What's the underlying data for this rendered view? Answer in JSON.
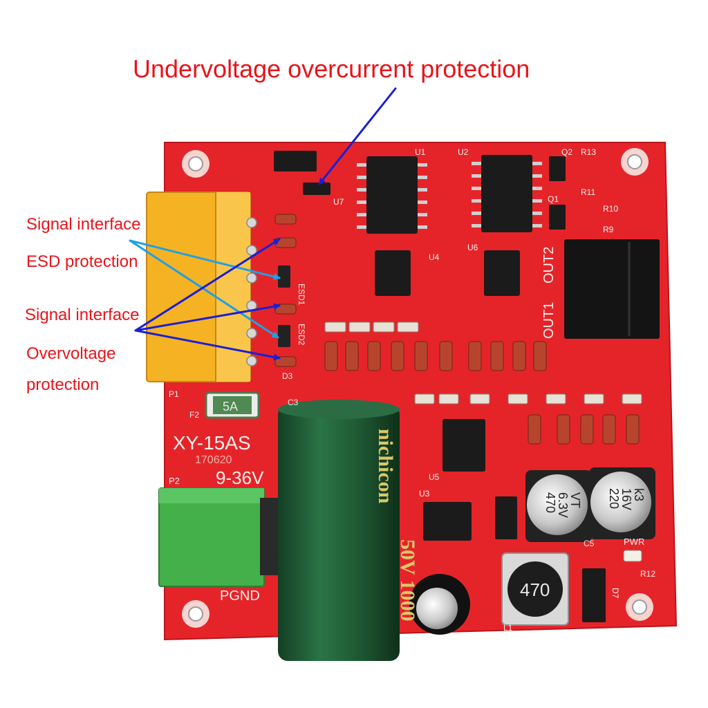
{
  "annotations": {
    "title": "Undervoltage overcurrent protection",
    "signal_interface_1": "Signal interface",
    "esd_protection": "ESD protection",
    "signal_interface_2": "Signal interface",
    "overvoltage_line1": "Overvoltage",
    "overvoltage_line2": "protection"
  },
  "board": {
    "model": "XY-15AS",
    "date_code": "170620",
    "voltage_range": "9-36V",
    "fuse": "5A",
    "big_cap_brand": "nichicon",
    "big_cap_rating": "50V 1000",
    "inductor": "470",
    "cap_c4": [
      "470",
      "6.3V",
      "VT"
    ],
    "cap_c26": [
      "220",
      "16V",
      "k3"
    ],
    "connectors": {
      "p1": "P1",
      "p2": "P2",
      "pgnd": "PGND",
      "out1": "OUT1",
      "out2": "OUT2",
      "pwr": "PWR"
    },
    "ic_labels": {
      "u1": "U1",
      "u2": "U2",
      "u3": "U3",
      "u4": "U4",
      "u5": "U5",
      "u6": "U6",
      "u7": "U7"
    },
    "misc_labels": {
      "c3": "C3",
      "esd1": "ESD1",
      "esd2": "ESD2",
      "d3": "D3",
      "l1": "L1",
      "c5": "C5",
      "d7": "D7",
      "r12": "R12",
      "r13": "R13",
      "r11": "R11",
      "r10": "R10",
      "r9": "R9",
      "q1": "Q1",
      "q2": "Q2",
      "f2": "F2"
    }
  },
  "colors": {
    "annotation_text": "#e8141b",
    "arrow_dark": "#1a1fd6",
    "arrow_light": "#1ea0e6",
    "pcb": "#e5242a",
    "silkscreen": "#f4f0ec",
    "orange_connector": "#f5b223",
    "green_connector": "#43b04a",
    "big_capacitor": "#1f5a34",
    "chip": "#1b1b1b"
  }
}
